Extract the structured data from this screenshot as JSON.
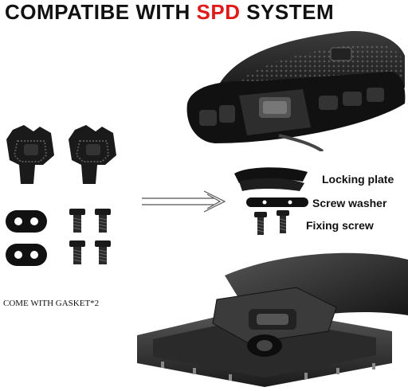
{
  "title": {
    "part1": "COMPATIBE WITH ",
    "part2": "SPD",
    "part3": " SYSTEM"
  },
  "labels": {
    "locking_plate": "Locking plate",
    "screw_washer": "Screw washer",
    "fixing_screw": "Fixing screw"
  },
  "gasket_note": "COME WITH GASKET*2",
  "colors": {
    "accent": "#e01b1b",
    "text": "#111111",
    "metal_dark": "#1a1a1a",
    "metal_mid": "#3a3a3a"
  },
  "icons": {
    "arrow": "double-line-arrow-right"
  }
}
